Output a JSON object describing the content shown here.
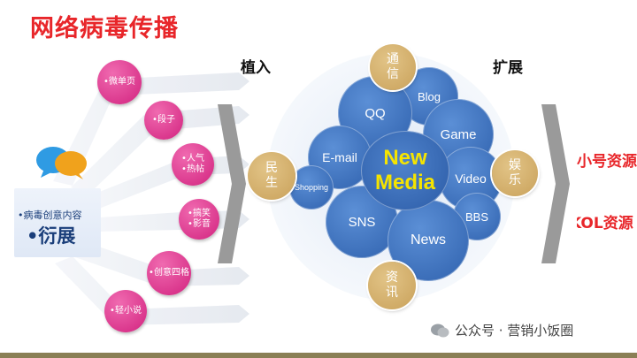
{
  "title": "网络病毒传播",
  "headings": {
    "implant": "植入",
    "expand": "扩展"
  },
  "source": {
    "line1": "•病毒创意内容",
    "line2": "•衍展"
  },
  "channels": [
    "•微单页",
    "•段子",
    "•人气\n•热帖",
    "•搞笑\n•影音",
    "•创意四格",
    "•轻小说"
  ],
  "center": {
    "line1": "New",
    "line2": "Media"
  },
  "bubbles": [
    "Blog",
    "QQ",
    "Game",
    "E-mail",
    "Video",
    "Shopping",
    "BBS",
    "SNS",
    "News"
  ],
  "gold_circles": {
    "top": "通\n信",
    "left": "民\n生",
    "right": "娱\n乐",
    "bottom": "资\n讯"
  },
  "right_labels": [
    "小号资源",
    "KOL资源"
  ],
  "watermark": "公众号 · 营销小饭圈",
  "colors": {
    "title": "#e8262a",
    "pink": "#d2237f",
    "blue": "#2f61ad",
    "gold": "#c9a15a",
    "center_text": "#f5e400"
  }
}
